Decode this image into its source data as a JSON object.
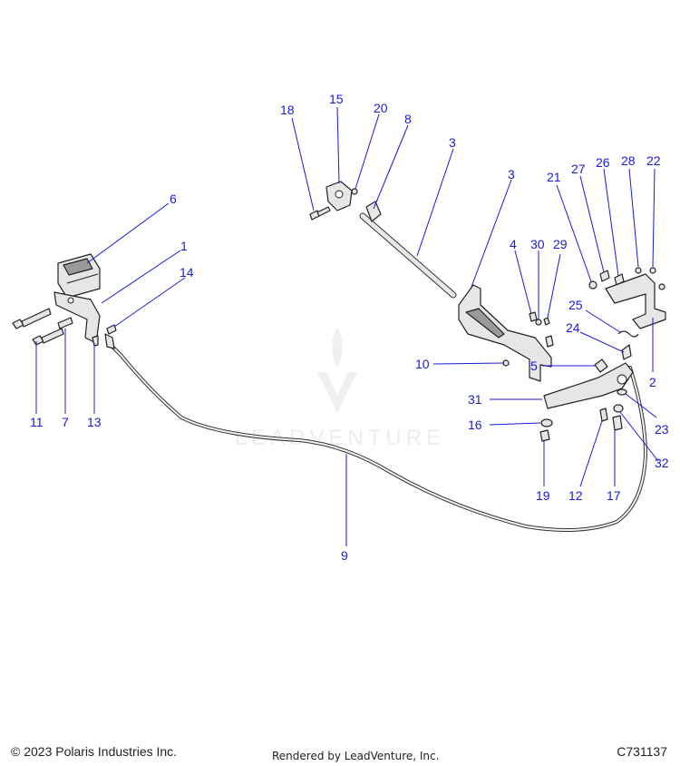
{
  "watermark": {
    "text": "LEADVENTURE"
  },
  "callouts": {
    "c1": "1",
    "c2": "2",
    "c3a": "3",
    "c3b": "3",
    "c4": "4",
    "c5": "5",
    "c6": "6",
    "c7": "7",
    "c8": "8",
    "c9": "9",
    "c10": "10",
    "c11": "11",
    "c12": "12",
    "c13": "13",
    "c14": "14",
    "c15": "15",
    "c16": "16",
    "c17": "17",
    "c18": "18",
    "c19": "19",
    "c20": "20",
    "c21": "21",
    "c22": "22",
    "c23": "23",
    "c24": "24",
    "c25": "25",
    "c26": "26",
    "c27": "27",
    "c28": "28",
    "c29": "29",
    "c30": "30",
    "c31": "31",
    "c32": "32"
  },
  "footer": {
    "copyright": "© 2023 Polaris Industries Inc.",
    "rendered_by": "Rendered by LeadVenture, Inc.",
    "diagram_code": "C731137"
  },
  "colors": {
    "callout": "#1a1adb",
    "line_art": "#222222",
    "background": "#ffffff"
  }
}
